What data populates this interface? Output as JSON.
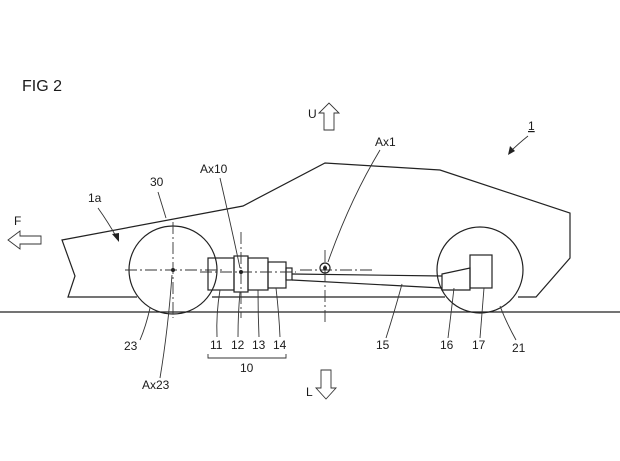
{
  "figure": {
    "title": "FIG 2",
    "ref_vehicle": "1",
    "direction_up": "U",
    "direction_front": "F",
    "direction_low": "L",
    "labels": {
      "body_front": "1a",
      "body": "30",
      "axis_10": "Ax10",
      "axis_1": "Ax1",
      "axis_23": "Ax23",
      "front_wheel": "23",
      "unit_11": "11",
      "unit_12": "12",
      "unit_13": "13",
      "unit_14": "14",
      "unit_group": "10",
      "shaft": "15",
      "part_16": "16",
      "part_17": "17",
      "rear_wheel": "21"
    }
  }
}
